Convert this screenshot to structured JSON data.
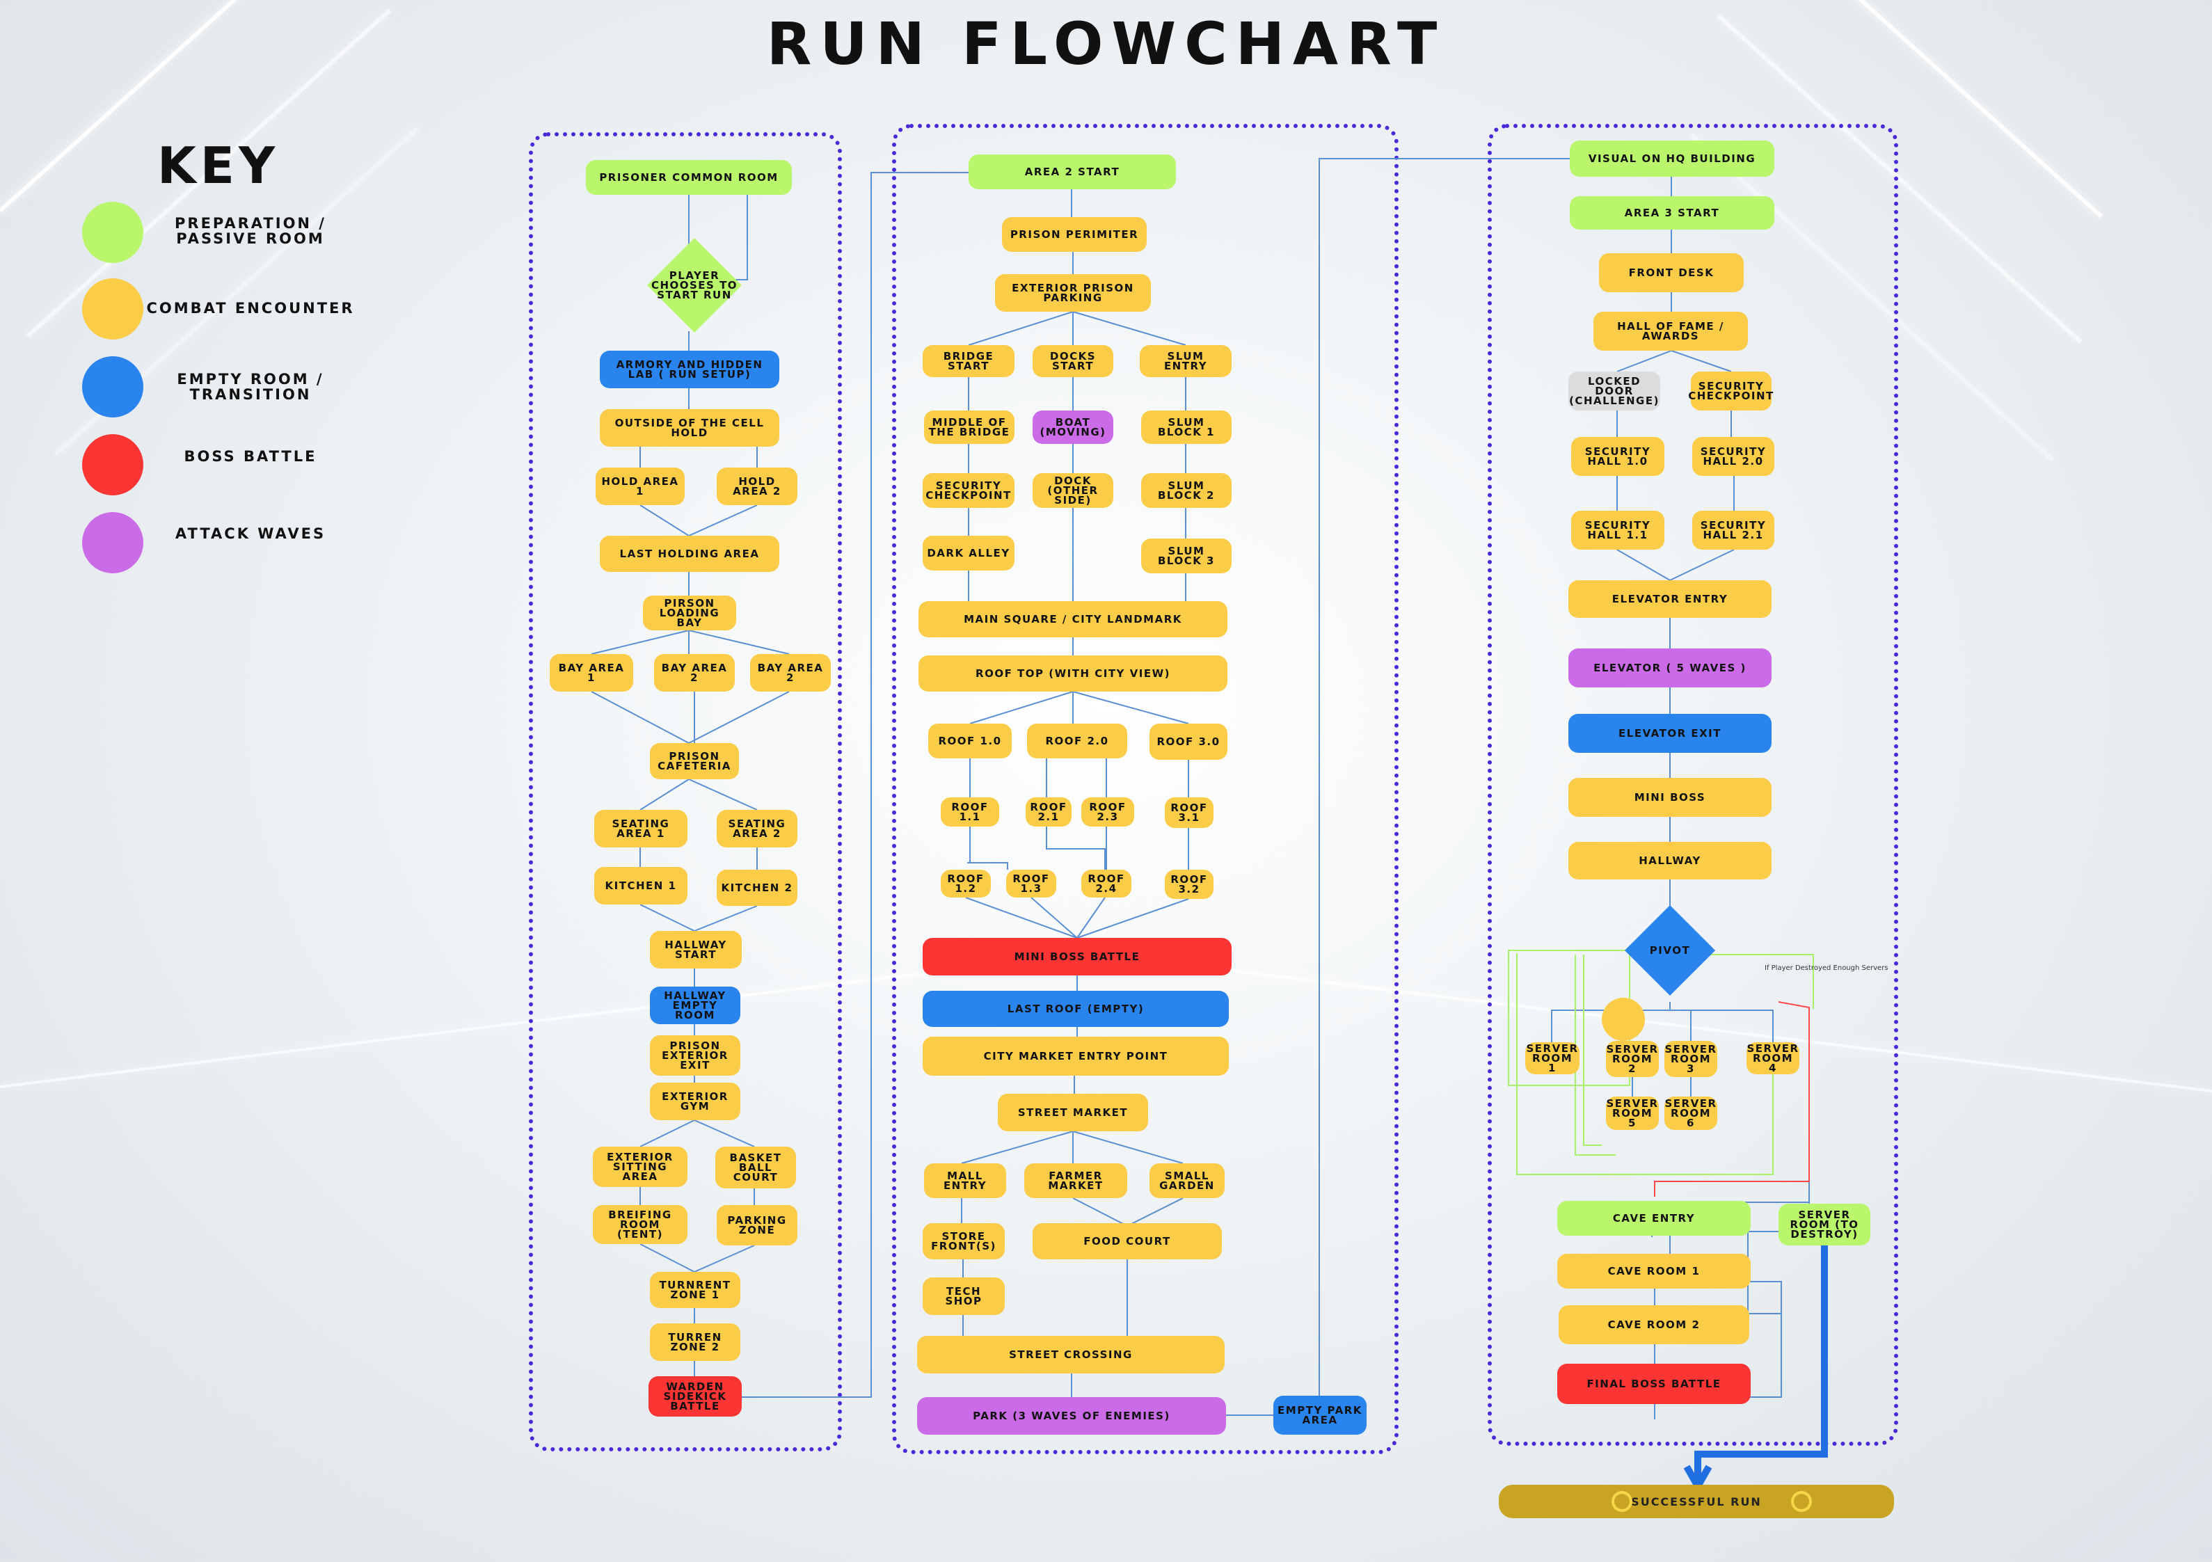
{
  "title": "RUN FLOWCHART",
  "key": {
    "title": "KEY",
    "items": [
      {
        "label": "PREPARATION / PASSIVE ROOM",
        "color": "#b9f66b"
      },
      {
        "label": "COMBAT ENCOUNTER",
        "color": "#fbcc47"
      },
      {
        "label": "EMPTY ROOM / TRANSITION",
        "color": "#2a84ee"
      },
      {
        "label": "BOSS BATTLE",
        "color": "#fb3434"
      },
      {
        "label": "ATTACK WAVES",
        "color": "#cc6be8"
      }
    ]
  },
  "nodes": {
    "a1_common": "PRISONER COMMON ROOM",
    "a1_choose": "PLAYER CHOOSES TO START RUN",
    "a1_armory": "ARMORY AND HIDDEN LAB ( RUN SETUP)",
    "a1_outside": "OUTSIDE OF THE CELL HOLD",
    "a1_hold1": "HOLD AREA 1",
    "a1_hold2": "HOLD AREA 2",
    "a1_last": "LAST HOLDING AREA",
    "a1_loading": "PIRSON LOADING BAY",
    "a1_bay1": "BAY AREA 1",
    "a1_bay2": "BAY AREA 2",
    "a1_bay3": "BAY AREA 2",
    "a1_cafe": "PRISON CAFETERIA",
    "a1_seat1": "SEATING AREA 1",
    "a1_seat2": "SEATING AREA 2",
    "a1_kitchen1": "KITCHEN  1",
    "a1_kitchen2": "KITCHEN 2",
    "a1_hallstart": "HALLWAY START",
    "a1_hallempty": "HALLWAY EMPTY ROOM",
    "a1_extexit": "PRISON EXTERIOR EXIT",
    "a1_gym": "EXTERIOR GYM",
    "a1_extsit": "EXTERIOR SITTING AREA",
    "a1_basket": "BASKET BALL COURT",
    "a1_brief": "BREIFING ROOM (TENT)",
    "a1_parking": "PARKING ZONE",
    "a1_turr1": "TURNRENT ZONE 1",
    "a1_turr2": "TURREN ZONE 2",
    "a1_warden": "WARDEN SIDEKICK BATTLE",
    "a2_start": "AREA 2 START",
    "a2_perim": "PRISON PERIMITER",
    "a2_extpark": "EXTERIOR PRISON PARKING",
    "a2_bridge": "BRIDGE START",
    "a2_docks": "DOCKS START",
    "a2_slum": "SLUM ENTRY",
    "a2_midbridge": "MIDDLE OF THE BRIDGE",
    "a2_boat": "BOAT (MOVING)",
    "a2_slum1": "SLUM BLOCK 1",
    "a2_seccheck": "SECURITY CHECKPOINT",
    "a2_dockother": "DOCK (OTHER SIDE)",
    "a2_slum2": "SLUM BLOCK 2",
    "a2_alley": "DARK ALLEY",
    "a2_slum3": "SLUM BLOCK 3",
    "a2_main": "MAIN SQUARE / CITY LANDMARK",
    "a2_rooftop": "ROOF TOP (WITH CITY VIEW)",
    "a2_r10": "ROOF 1.0",
    "a2_r20": "ROOF 2.0",
    "a2_r30": "ROOF 3.0",
    "a2_r11": "ROOF 1.1",
    "a2_r21": "ROOF 2.1",
    "a2_r23": "ROOF 2.3",
    "a2_r31": "ROOF 3.1",
    "a2_r12": "ROOF 1.2",
    "a2_r13": "ROOF 1.3",
    "a2_r24": "ROOF 2.4",
    "a2_r32": "ROOF 3.2",
    "a2_miniboss": "MINI BOSS BATTLE",
    "a2_lastroof": "LAST ROOF (EMPTY)",
    "a2_citymarket": "CITY MARKET ENTRY POINT",
    "a2_street": "STREET MARKET",
    "a2_mall": "MALL ENTRY",
    "a2_farmer": "FARMER MARKET",
    "a2_garden": "SMALL GARDEN",
    "a2_store": "STORE FRONT(S)",
    "a2_food": "FOOD COURT",
    "a2_tech": "TECH SHOP",
    "a2_crossing": "STREET CROSSING",
    "a2_park": "PARK (3 WAVES OF ENEMIES)",
    "a2_emptypark": "EMPTY PARK AREA",
    "a3_visual": "VISUAL ON HQ BUILDING",
    "a3_start": "AREA 3 START",
    "a3_desk": "FRONT DESK",
    "a3_fame": "HALL OF FAME / AWARDS",
    "a3_locked": "LOCKED DOOR (CHALLENGE)",
    "a3_secchk": "SECURITY CHECKPOINT",
    "a3_sh10": "SECURITY HALL 1.0",
    "a3_sh20": "SECURITY HALL 2.0",
    "a3_sh11": "SECURITY HALL 1.1",
    "a3_sh21": "SECURITY HALL 2.1",
    "a3_elevent": "ELEVATOR ENTRY",
    "a3_elev": "ELEVATOR ( 5 WAVES )",
    "a3_elevexit": "ELEVATOR EXIT",
    "a3_miniboss": "MINI BOSS",
    "a3_hallway": "HALLWAY",
    "a3_pivot": "PIVOT",
    "a3_sr1": "SERVER ROOM 1",
    "a3_sr2": "SERVER ROOM 2",
    "a3_sr3": "SERVER ROOM 3",
    "a3_sr4": "SERVER ROOM 4",
    "a3_sr5": "SERVER ROOM 5",
    "a3_sr6": "SERVER ROOM 6",
    "a3_cave": "CAVE ENTRY",
    "a3_destroy": "SERVER ROOM (TO DESTROY)",
    "a3_cave1": "CAVE ROOM 1",
    "a3_cave2": "CAVE ROOM 2",
    "a3_final": "FINAL BOSS BATTLE",
    "success": "SUCCESSFUL RUN"
  },
  "annotations": {
    "pivot_note": "If Player Destroyed Enough Servers"
  }
}
